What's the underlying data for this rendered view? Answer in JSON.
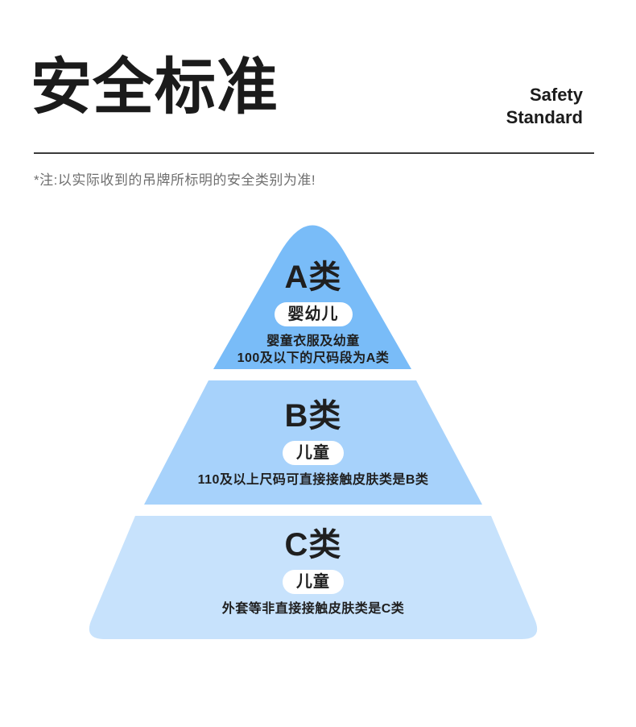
{
  "header": {
    "title_zh": "安全标准",
    "title_en_line1": "Safety",
    "title_en_line2": "Standard",
    "note": "*注:以实际收到的吊牌所标明的安全类别为准!"
  },
  "colors": {
    "tier_a": "#79bcf8",
    "tier_b": "#a7d2fb",
    "tier_c": "#c7e2fc",
    "pill_bg": "#ffffff",
    "heading_text": "#1b1b1b",
    "note_text": "#6f6f6f"
  },
  "pyramid": {
    "tiers": [
      {
        "id": "A",
        "label": "A类",
        "pill": "婴幼儿",
        "desc_line1": "婴童衣服及幼童",
        "desc_line2": "100及以下的尺码段为A类",
        "color": "#79bcf8"
      },
      {
        "id": "B",
        "label": "B类",
        "pill": "儿童",
        "desc_line1": "110及以上尺码可直接接触皮肤类是B类",
        "color": "#a7d2fb"
      },
      {
        "id": "C",
        "label": "C类",
        "pill": "儿童",
        "desc_line1": "外套等非直接接触皮肤类是C类",
        "color": "#c7e2fc"
      }
    ]
  }
}
